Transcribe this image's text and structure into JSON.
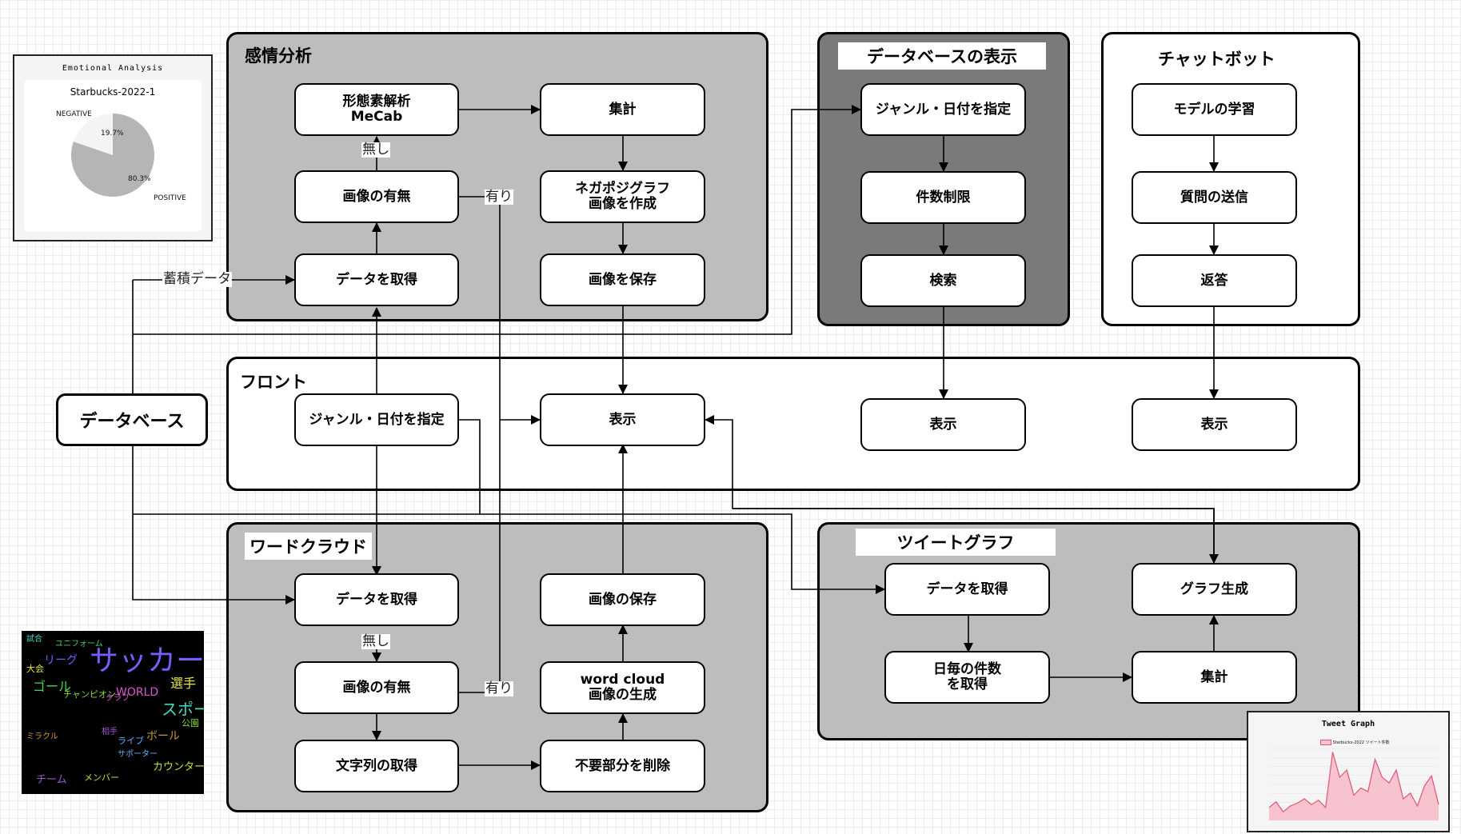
{
  "panels": {
    "sentiment": "感情分析",
    "db_view": "データベースの表示",
    "chatbot": "チャットボット",
    "front": "フロント",
    "wordcloud": "ワードクラウド",
    "tweet_graph": "ツイートグラフ"
  },
  "database_label": "データベース",
  "nodes": {
    "morph": "形態素解析\nMeCab",
    "aggregate1": "集計",
    "img_exists1": "画像の有無",
    "negaposi": "ネガポジグラフ\n画像を作成",
    "get_data1": "データを取得",
    "save_img1": "画像を保存",
    "db_spec": "ジャンル・日付を指定",
    "limit": "件数制限",
    "search": "検索",
    "model": "モデルの学習",
    "send_q": "質問の送信",
    "reply": "返答",
    "front_spec": "ジャンル・日付を指定",
    "display_main": "表示",
    "display_db": "表示",
    "display_chat": "表示",
    "get_data2": "データを取得",
    "img_exists2": "画像の有無",
    "get_str": "文字列の取得",
    "save_img2": "画像の保存",
    "wc_gen": "word cloud\n画像の生成",
    "remove": "不要部分を削除",
    "get_data3": "データを取得",
    "daily": "日毎の件数\nを取得",
    "graph_gen": "グラフ生成",
    "aggregate2": "集計"
  },
  "edge_labels": {
    "none1": "無し",
    "yes1": "有り",
    "stored": "蓄積データ",
    "none2": "無し",
    "yes2": "有り"
  },
  "thumbnails": {
    "emotional": {
      "title": "Emotional Analysis",
      "subtitle": "Starbucks-2022-1",
      "negative_label": "NEGATIVE",
      "positive_label": "POSITIVE",
      "negative_pct": "19.7%",
      "positive_pct": "80.3%",
      "negative_value": 19.7,
      "positive_value": 80.3
    },
    "tweet": {
      "title": "Tweet Graph",
      "legend": "Starbucks-2022 ツイート件数",
      "color": "#e05575",
      "fill": "#f7c3cf"
    },
    "wordcloud_words": [
      "サッカー",
      "選手",
      "スポーツ",
      "ゴール",
      "WORLD",
      "チャンピオン",
      "ボール",
      "ライブ",
      "カウンター",
      "チーム",
      "リーグ",
      "大会",
      "試合",
      "ユニフォーム",
      "クラブ",
      "公園",
      "ミラクル",
      "サポーター",
      "メンバー",
      "相手"
    ]
  },
  "colors": {
    "panel_gray": "#bdbdbd",
    "panel_dark": "#7a7a7a"
  }
}
